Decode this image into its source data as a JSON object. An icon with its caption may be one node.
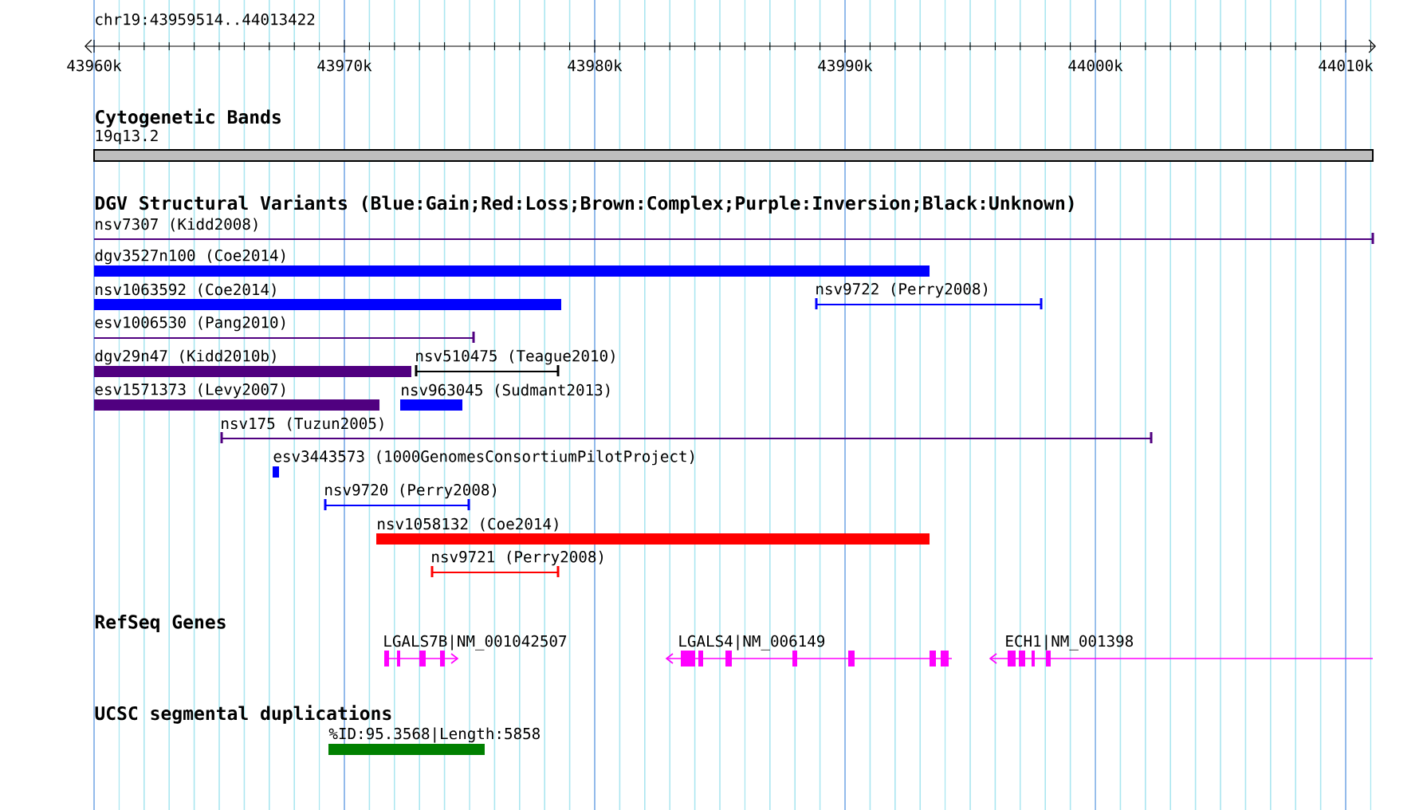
{
  "diagram": {
    "nodes": [
      {
        "text": [
          "nsv7307 (Kidd2008)"
        ]
      },
      {
        "text": [
          "dgv3527n100 (Coe2014)"
        ]
      },
      {
        "text": [
          "nsv1063592 (Coe2014)"
        ]
      },
      {
        "text": [
          "nsv9722 (Perry2008)"
        ]
      },
      {
        "text": [
          "esv1006530 (Pang2010)"
        ]
      },
      {
        "text": [
          "dgv29n47 (Kidd2010b)"
        ]
      },
      {
        "text": [
          "nsv510475 (Teague2010)"
        ]
      },
      {
        "text": [
          "esv1571373 (Levy2007)"
        ]
      },
      {
        "text": [
          "nsv963045 (Sudmant2013)"
        ]
      },
      {
        "text": [
          "nsv175 (Tuzun2005)"
        ]
      },
      {
        "text": [
          "esv3443573 (1000GenomesConsortiumPilotProject)"
        ]
      },
      {
        "text": [
          "nsv9720 (Perry2008)"
        ]
      },
      {
        "text": [
          "nsv1058132 (Coe2014)"
        ]
      },
      {
        "text": [
          "nsv9721 (Perry2008)"
        ]
      },
      {
        "text": [
          "LGALS7B|NM_001042507"
        ]
      },
      {
        "text": [
          "LGALS4|NM_006149"
        ]
      },
      {
        "text": [
          "ECH1|NM_001398"
        ]
      },
      {
        "text": [
          "%ID:95.3568|Length:5858"
        ]
      }
    ],
    "labels": [
      "chr19:43959514..44013422",
      "43960k",
      "43970k",
      "43980k",
      "43990k",
      "44000k",
      "44010k",
      "Cytogenetic Bands",
      "19q13.2",
      "DGV Structural Variants (Blue:Gain;Red:Loss;Brown:Complex;Purple:Inversion;Black:Unknown)",
      "RefSeq Genes",
      "UCSC segmental duplications"
    ]
  }
}
